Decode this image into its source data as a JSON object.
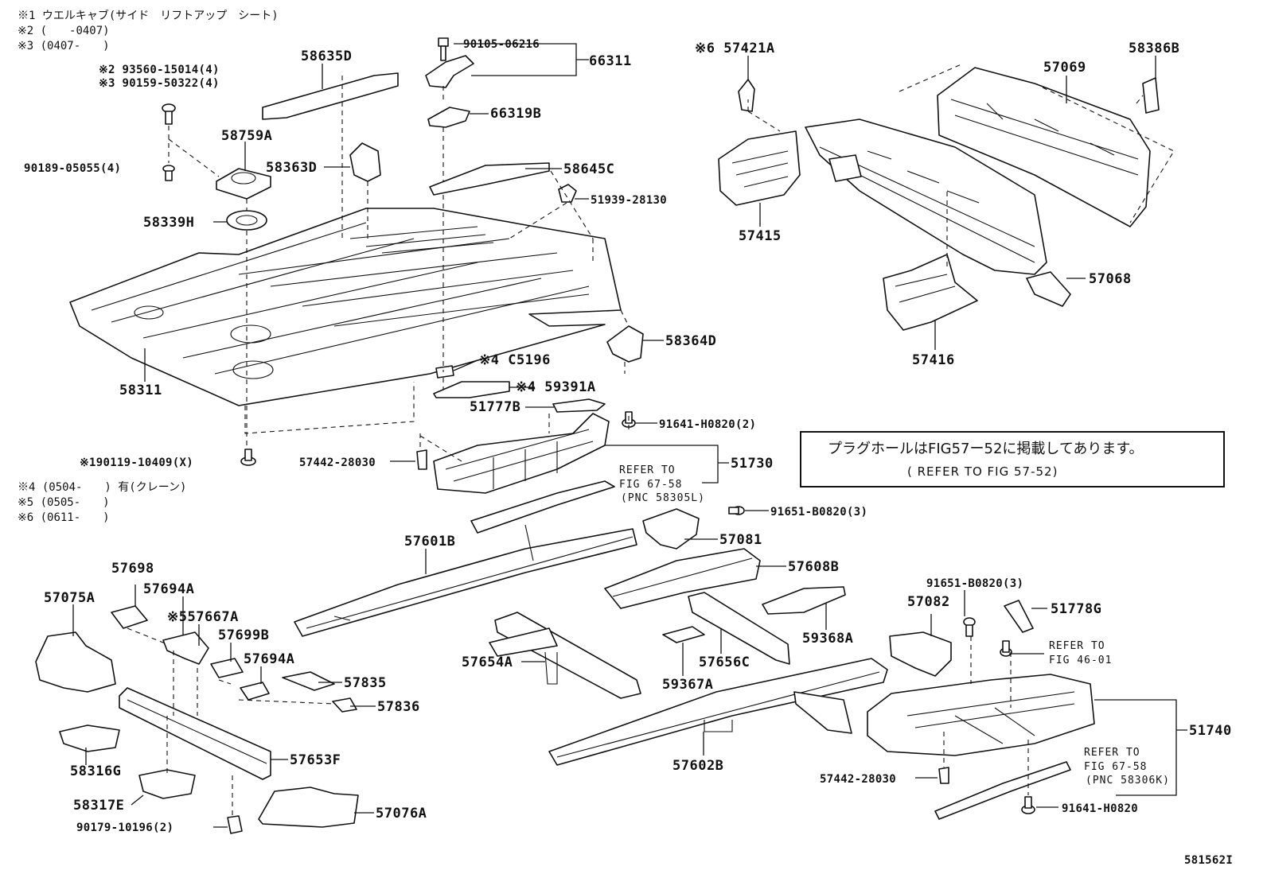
{
  "notes_top": {
    "n1": "※1 ウエルキャブ(サイド　リフトアップ　シート)",
    "n2": "※2 (　　-0407)",
    "n3": "※3 (0407-　　)"
  },
  "notes_mid": {
    "n4": "※4 (0504-　　) 有(クレーン)",
    "n5": "※5 (0505-　　)",
    "n6": "※6 (0611-　　)"
  },
  "callout": {
    "line1": "プラグホールはFIG57ー52に掲載してあります。",
    "line2": "( REFER TO FIG 57-52)"
  },
  "refs": {
    "r1": [
      "REFER TO",
      "FIG 67-58",
      "(PNC 58305L)"
    ],
    "r2": [
      "REFER TO",
      "FIG 46-01"
    ],
    "r3": [
      "REFER TO",
      "FIG 67-58",
      "(PNC 58306K)"
    ]
  },
  "labels": {
    "l58635D": "58635D",
    "l90105": "90105-06216",
    "l66311": "66311",
    "l66319B": "66319B",
    "l58645C": "58645C",
    "l51939": "51939-28130",
    "l93560": "※2 93560-15014(4)",
    "l90159": "※3 90159-50322(4)",
    "l58759A": "58759A",
    "l90189": "90189-05055(4)",
    "l58363D": "58363D",
    "l58339H": "58339H",
    "l58311": "58311",
    "l58364D": "58364D",
    "lC5196": "※4 C5196",
    "l59391A": "※4 59391A",
    "l51777B": "51777B",
    "l91641a": "91641-H0820(2)",
    "l90119": "※190119-10409(X)",
    "l57442a": "57442-28030",
    "l51730": "51730",
    "l91651a": "91651-B0820(3)",
    "l57081": "57081",
    "l57601B": "57601B",
    "l57608B": "57608B",
    "l57698": "57698",
    "l57694A1": "57694A",
    "l57075A": "57075A",
    "l57667A": "※557667A",
    "l57699B": "57699B",
    "l57694A2": "57694A",
    "l57835": "57835",
    "l57836": "57836",
    "l57653F": "57653F",
    "l58316G": "58316G",
    "l58317E": "58317E",
    "l90179": "90179-10196(2)",
    "l57076A": "57076A",
    "l57654A": "57654A",
    "l57656C": "57656C",
    "l59367A": "59367A",
    "l59368A": "59368A",
    "l57082": "57082",
    "l91651b": "91651-B0820(3)",
    "l51778G": "51778G",
    "l57602B": "57602B",
    "l51740": "51740",
    "l57442b": "57442-28030",
    "l91641b": "91641-H0820",
    "l57421A": "※6 57421A",
    "l57069": "57069",
    "l58386B": "58386B",
    "l57415": "57415",
    "l57068": "57068",
    "l57416": "57416",
    "l581562": "581562I"
  }
}
